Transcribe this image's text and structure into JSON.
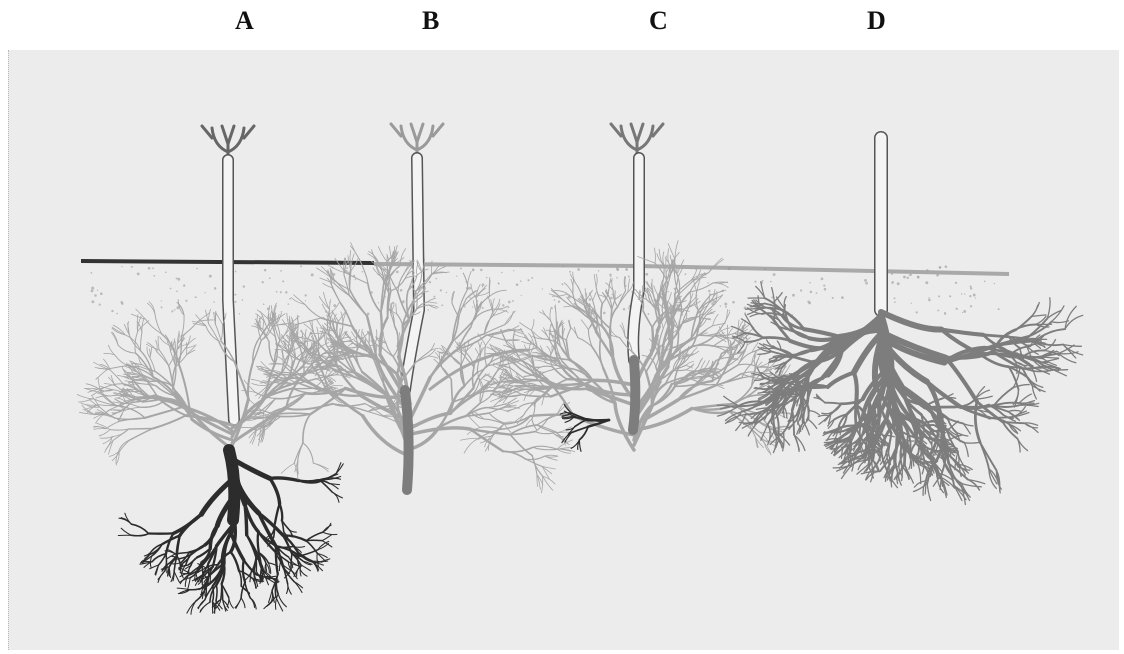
{
  "labels": {
    "a": "A",
    "b": "B",
    "c": "C",
    "d": "D"
  },
  "colors": {
    "background": "#ececec",
    "soil_line_dark": "#333333",
    "soil_line_light": "#a9a9a9",
    "stem": "#8e8e8e",
    "root_light": "#a6a6a6",
    "root_mid": "#7d7d7d",
    "root_dark": "#2c2c2c"
  }
}
